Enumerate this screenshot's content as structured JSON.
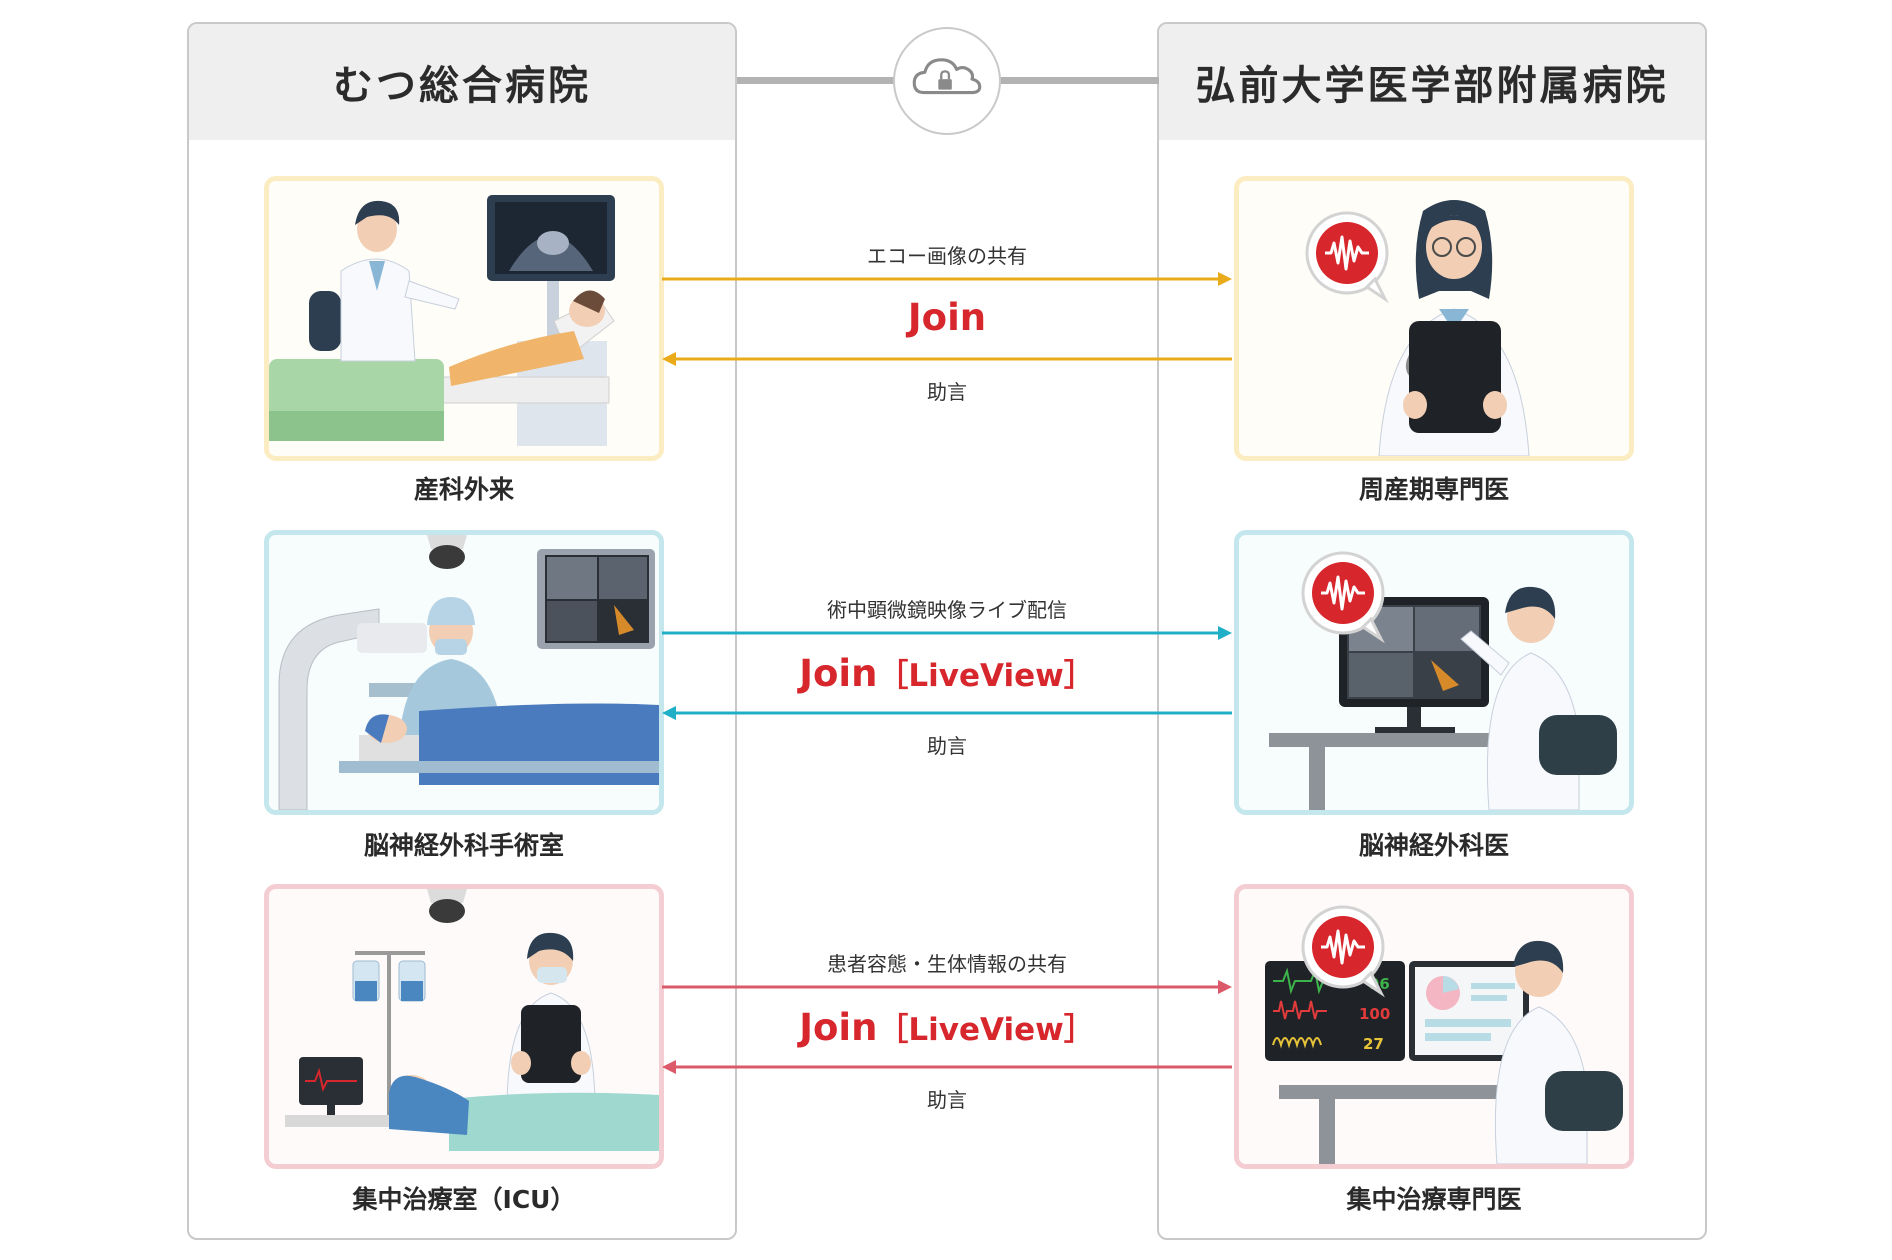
{
  "left_hospital": "むつ総合病院",
  "right_hospital": "弘前大学医学部附属病院",
  "rows": [
    {
      "left_caption": "産科外来",
      "right_caption": "周産期専門医",
      "top_label": "エコー画像の共有",
      "join": "Join",
      "join_suffix": "",
      "bottom_label": "助言",
      "color": "#e9ab1a",
      "card_border": "#fbecc2"
    },
    {
      "left_caption": "脳神経外科手術室",
      "right_caption": "脳神経外科医",
      "top_label": "術中顕微鏡映像ライブ配信",
      "join": "Join",
      "join_suffix": "［LiveView］",
      "bottom_label": "助言",
      "color": "#1fb0c8",
      "card_border": "#c4e7ee"
    },
    {
      "left_caption": "集中治療室（ICU）",
      "right_caption": "集中治療専門医",
      "top_label": "患者容態・生体情報の共有",
      "join": "Join",
      "join_suffix": "［LiveView］",
      "bottom_label": "助言",
      "color": "#db5968",
      "card_border": "#f4cdd2"
    }
  ],
  "monitor_values": [
    "96",
    "100",
    "27"
  ],
  "icons": [
    "cloud-lock-icon",
    "sound-wave-badge-icon"
  ]
}
